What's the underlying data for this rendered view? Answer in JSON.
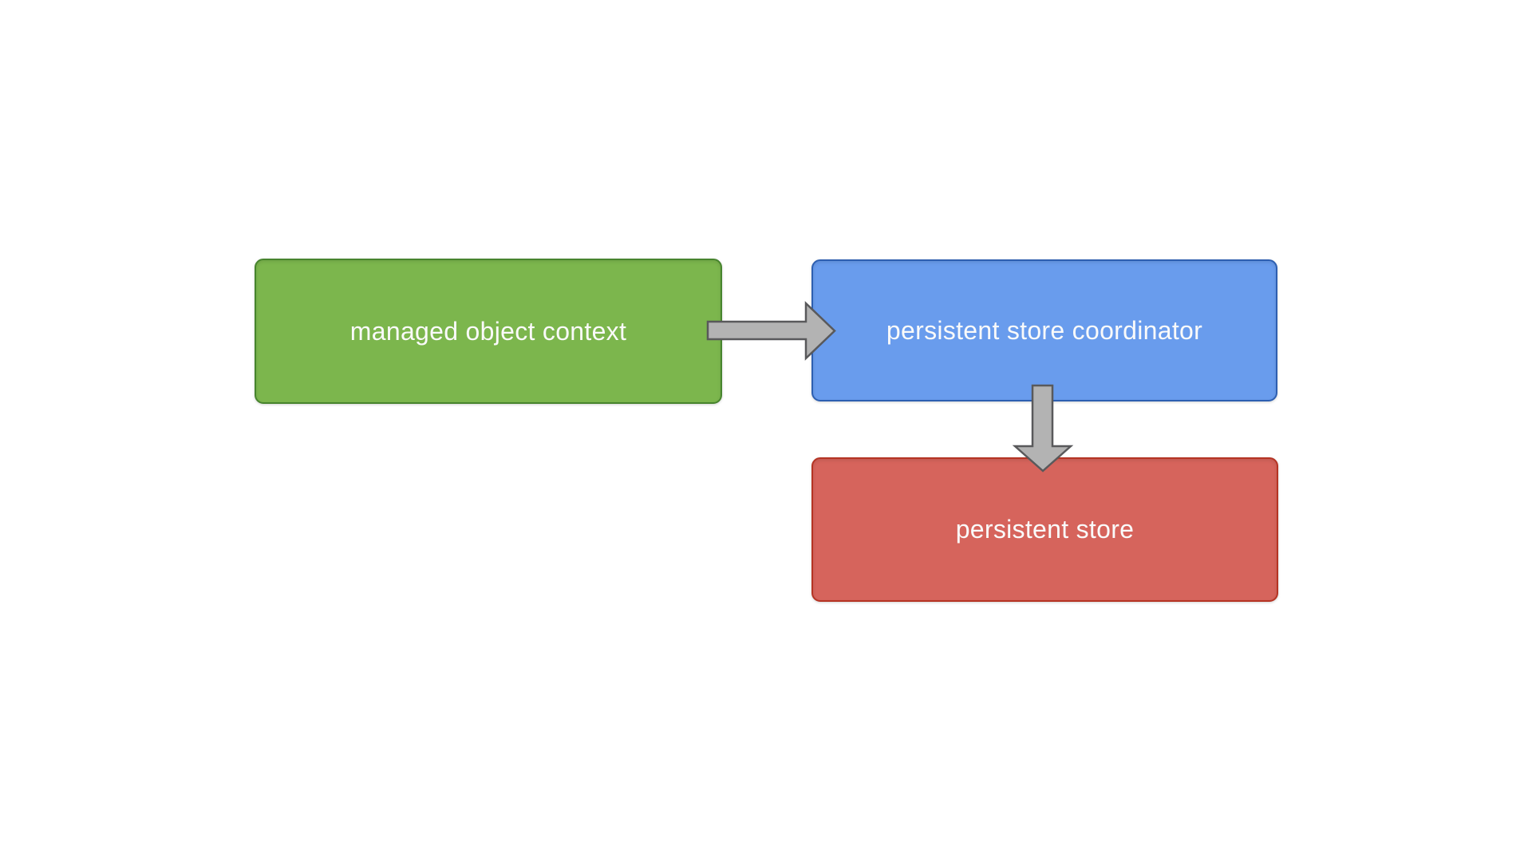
{
  "diagram": {
    "background_color": "#ffffff",
    "nodes": [
      {
        "id": "managed-object-context",
        "label": "managed object context",
        "fill": "#7cb64d",
        "border": "#47842e",
        "text_color": "#fafafa"
      },
      {
        "id": "persistent-store-coordinator",
        "label": "persistent store coordinator",
        "fill": "#699ced",
        "border": "#2d5fb1",
        "text_color": "#fafafa"
      },
      {
        "id": "persistent-store",
        "label": "persistent store",
        "fill": "#d6645c",
        "border": "#b53424",
        "text_color": "#fafafa"
      }
    ],
    "connectors": [
      {
        "id": "arrow-context-to-coordinator",
        "from": "managed-object-context",
        "to": "persistent-store-coordinator",
        "direction": "right",
        "fill": "#b3b3b3",
        "stroke": "#59595b"
      },
      {
        "id": "arrow-coordinator-to-store",
        "from": "persistent-store-coordinator",
        "to": "persistent-store",
        "direction": "down",
        "fill": "#b3b3b3",
        "stroke": "#59595b"
      }
    ]
  }
}
